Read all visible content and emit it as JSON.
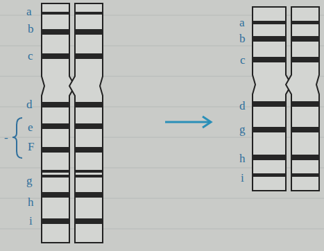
{
  "diagram": {
    "labels": [
      "a",
      "b",
      "c",
      "d",
      "e",
      "F",
      "g",
      "h",
      "i",
      "a",
      "b",
      "c",
      "d",
      "g",
      "h",
      "i",
      "-"
    ]
  }
}
